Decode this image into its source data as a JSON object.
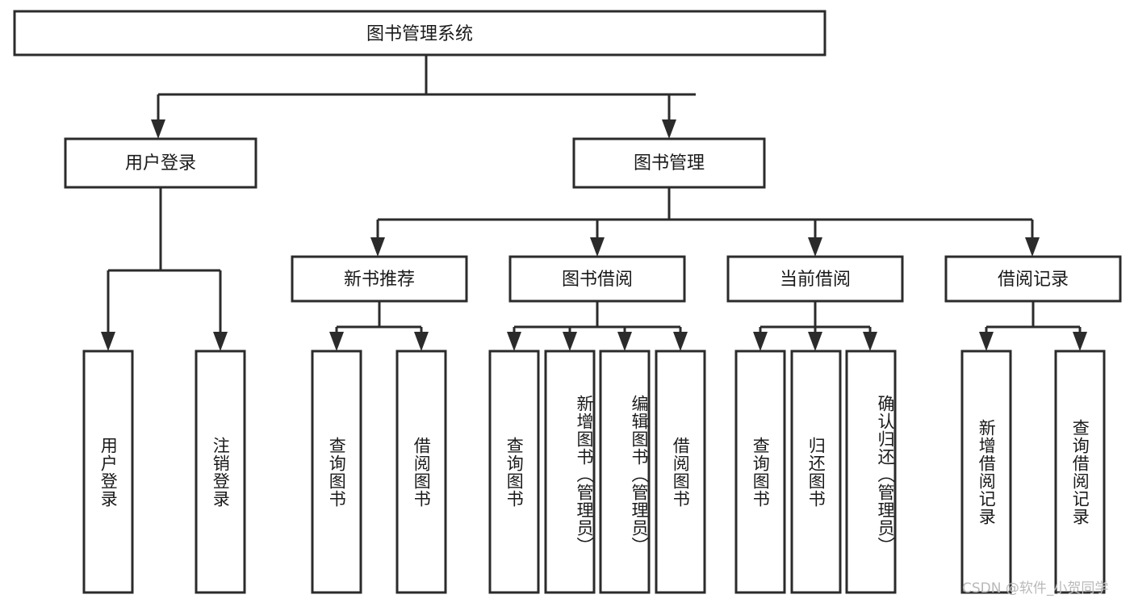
{
  "diagram": {
    "type": "hierarchy-tree",
    "title": "图书管理系统",
    "orientation": "top-down",
    "colors": {
      "box_stroke": "#2b2b2b",
      "box_fill": "#ffffff",
      "connector": "#2b2b2b",
      "text": "#1a1a1a",
      "watermark": "#b9b9b9",
      "background": "#ffffff"
    },
    "root": {
      "label": "图书管理系统"
    },
    "level2": [
      {
        "label": "用户登录"
      },
      {
        "label": "图书管理"
      }
    ],
    "level3": [
      {
        "label": "新书推荐"
      },
      {
        "label": "图书借阅"
      },
      {
        "label": "当前借阅"
      },
      {
        "label": "借阅记录"
      }
    ],
    "leaves": {
      "user_login": [
        {
          "label": "用户登录"
        },
        {
          "label": "注销登录"
        }
      ],
      "new_book_recommend": [
        {
          "label": "查询图书"
        },
        {
          "label": "借阅图书"
        }
      ],
      "book_borrow": [
        {
          "label": "查询图书"
        },
        {
          "label": "新增图书（管理员）"
        },
        {
          "label": "编辑图书（管理员）"
        },
        {
          "label": "借阅图书"
        }
      ],
      "current_borrow": [
        {
          "label": "查询图书"
        },
        {
          "label": "归还图书"
        },
        {
          "label": "确认归还（管理员）"
        }
      ],
      "borrow_record": [
        {
          "label": "新增借阅记录"
        },
        {
          "label": "查询借阅记录"
        }
      ]
    }
  },
  "watermark": {
    "text": "CSDN @软件_小贺同学"
  }
}
